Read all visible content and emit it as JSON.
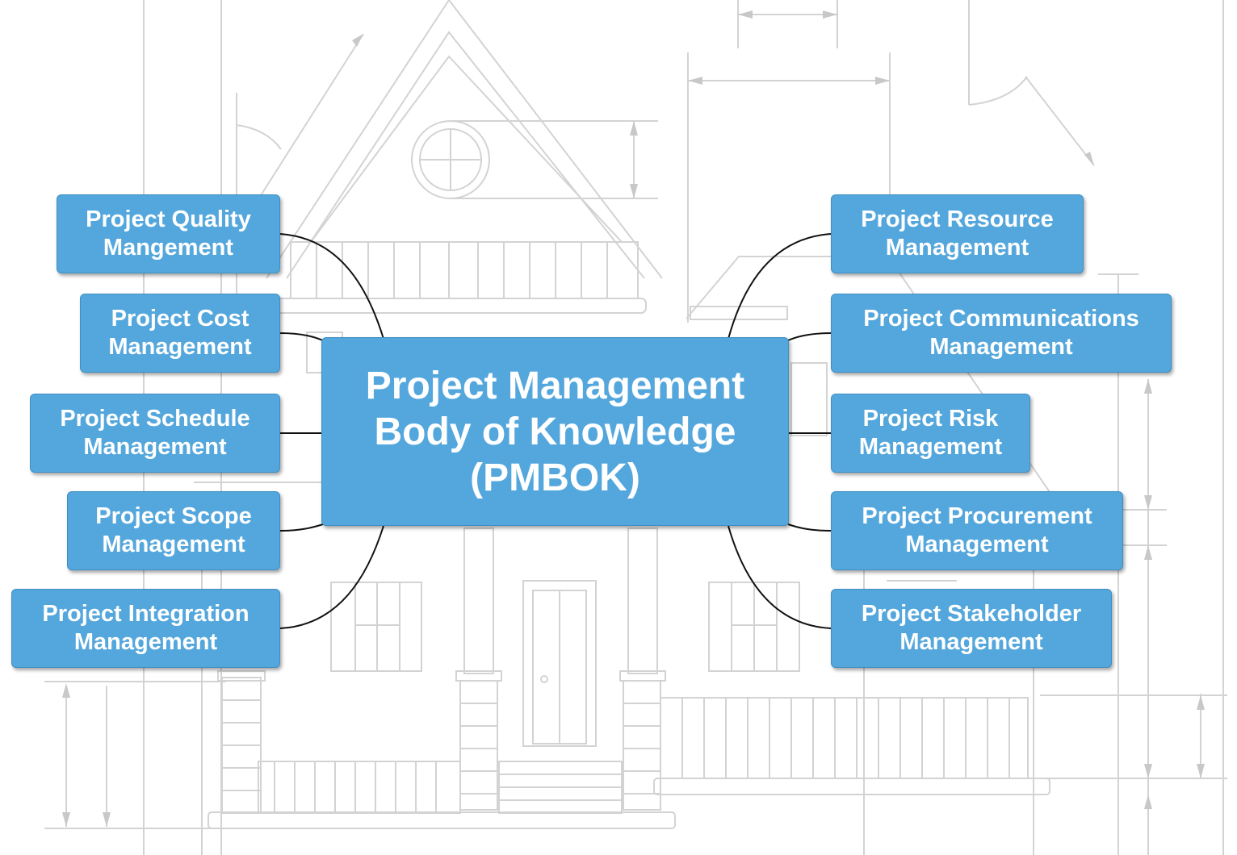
{
  "diagram": {
    "center": {
      "line1": "Project Management",
      "line2": "Body of Knowledge",
      "line3": "(PMBOK)"
    },
    "left": [
      {
        "line1": "Project Quality",
        "line2": "Mangement"
      },
      {
        "line1": "Project Cost",
        "line2": "Management"
      },
      {
        "line1": "Project Schedule",
        "line2": "Management"
      },
      {
        "line1": "Project Scope",
        "line2": "Management"
      },
      {
        "line1": "Project Integration",
        "line2": "Management"
      }
    ],
    "right": [
      {
        "line1": "Project Resource",
        "line2": "Management"
      },
      {
        "line1": "Project Communications",
        "line2": "Management"
      },
      {
        "line1": "Project Risk",
        "line2": "Management"
      },
      {
        "line1": "Project Procurement",
        "line2": "Management"
      },
      {
        "line1": "Project Stakeholder",
        "line2": "Management"
      }
    ]
  },
  "colors": {
    "node_fill": "#54a7dc",
    "node_text": "#ffffff",
    "connector": "#111111",
    "blueprint_lines": "#d4d4d4"
  }
}
